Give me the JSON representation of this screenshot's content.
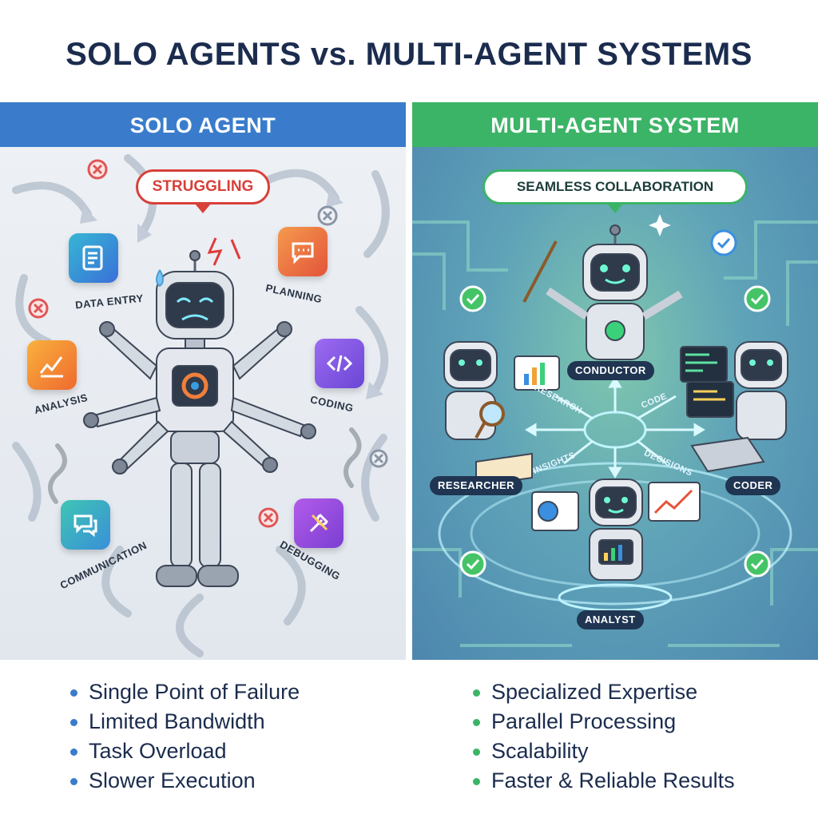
{
  "title": "SOLO AGENTS vs. MULTI-AGENT SYSTEMS",
  "left_panel": {
    "header": "SOLO AGENT",
    "bubble": "STRUGGLING",
    "tasks": [
      "DATA ENTRY",
      "PLANNING",
      "ANALYSIS",
      "CODING",
      "COMMUNICATION",
      "DEBUGGING"
    ],
    "bullets": [
      "Single Point of Failure",
      "Limited Bandwidth",
      "Task Overload",
      "Slower Execution"
    ]
  },
  "right_panel": {
    "header": "MULTI-AGENT SYSTEM",
    "bubble": "SEAMLESS COLLABORATION",
    "roles": [
      "CONDUCTOR",
      "RESEARCHER",
      "CODER",
      "ANALYST"
    ],
    "flows": [
      "RESEARCH",
      "CODE",
      "INSIGHTS",
      "DECISIONS"
    ],
    "bullets": [
      "Specialized Expertise",
      "Parallel Processing",
      "Scalability",
      "Faster & Reliable Results"
    ]
  },
  "colors": {
    "title": "#1b2c4e",
    "solo_accent": "#3a7ccb",
    "multi_accent": "#3cb467",
    "struggle_red": "#d8403a"
  }
}
